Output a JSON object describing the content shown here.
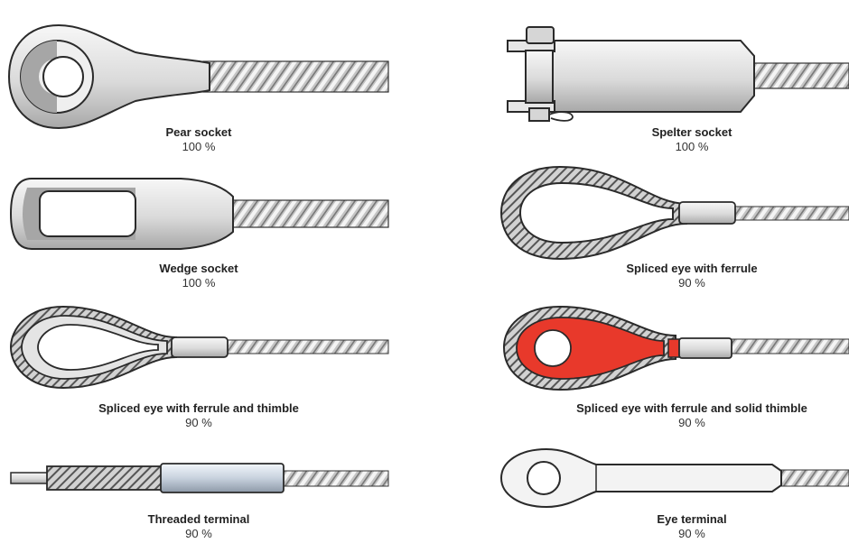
{
  "terminations": [
    {
      "name": "Pear socket",
      "efficiency": "100 %",
      "icon": "pear-socket-icon"
    },
    {
      "name": "Spelter socket",
      "efficiency": "100 %",
      "icon": "spelter-socket-icon"
    },
    {
      "name": "Wedge socket",
      "efficiency": "100 %",
      "icon": "wedge-socket-icon"
    },
    {
      "name": "Spliced eye with ferrule",
      "efficiency": "90 %",
      "icon": "spliced-eye-ferrule-icon"
    },
    {
      "name": "Spliced eye with ferrule and thimble",
      "efficiency": "90 %",
      "icon": "spliced-eye-thimble-icon"
    },
    {
      "name": "Spliced eye with ferrule and solid thimble",
      "efficiency": "90 %",
      "icon": "spliced-eye-solid-thimble-icon"
    },
    {
      "name": "Threaded terminal",
      "efficiency": "90 %",
      "icon": "threaded-terminal-icon"
    },
    {
      "name": "Eye terminal",
      "efficiency": "90 %",
      "icon": "eye-terminal-icon"
    }
  ],
  "colors": {
    "outline": "#2a2a2a",
    "metal": "#dcdcdc",
    "metal_dark": "#a9a9a9",
    "rope": "#bdbdbd",
    "accent_red": "#e8392b"
  }
}
